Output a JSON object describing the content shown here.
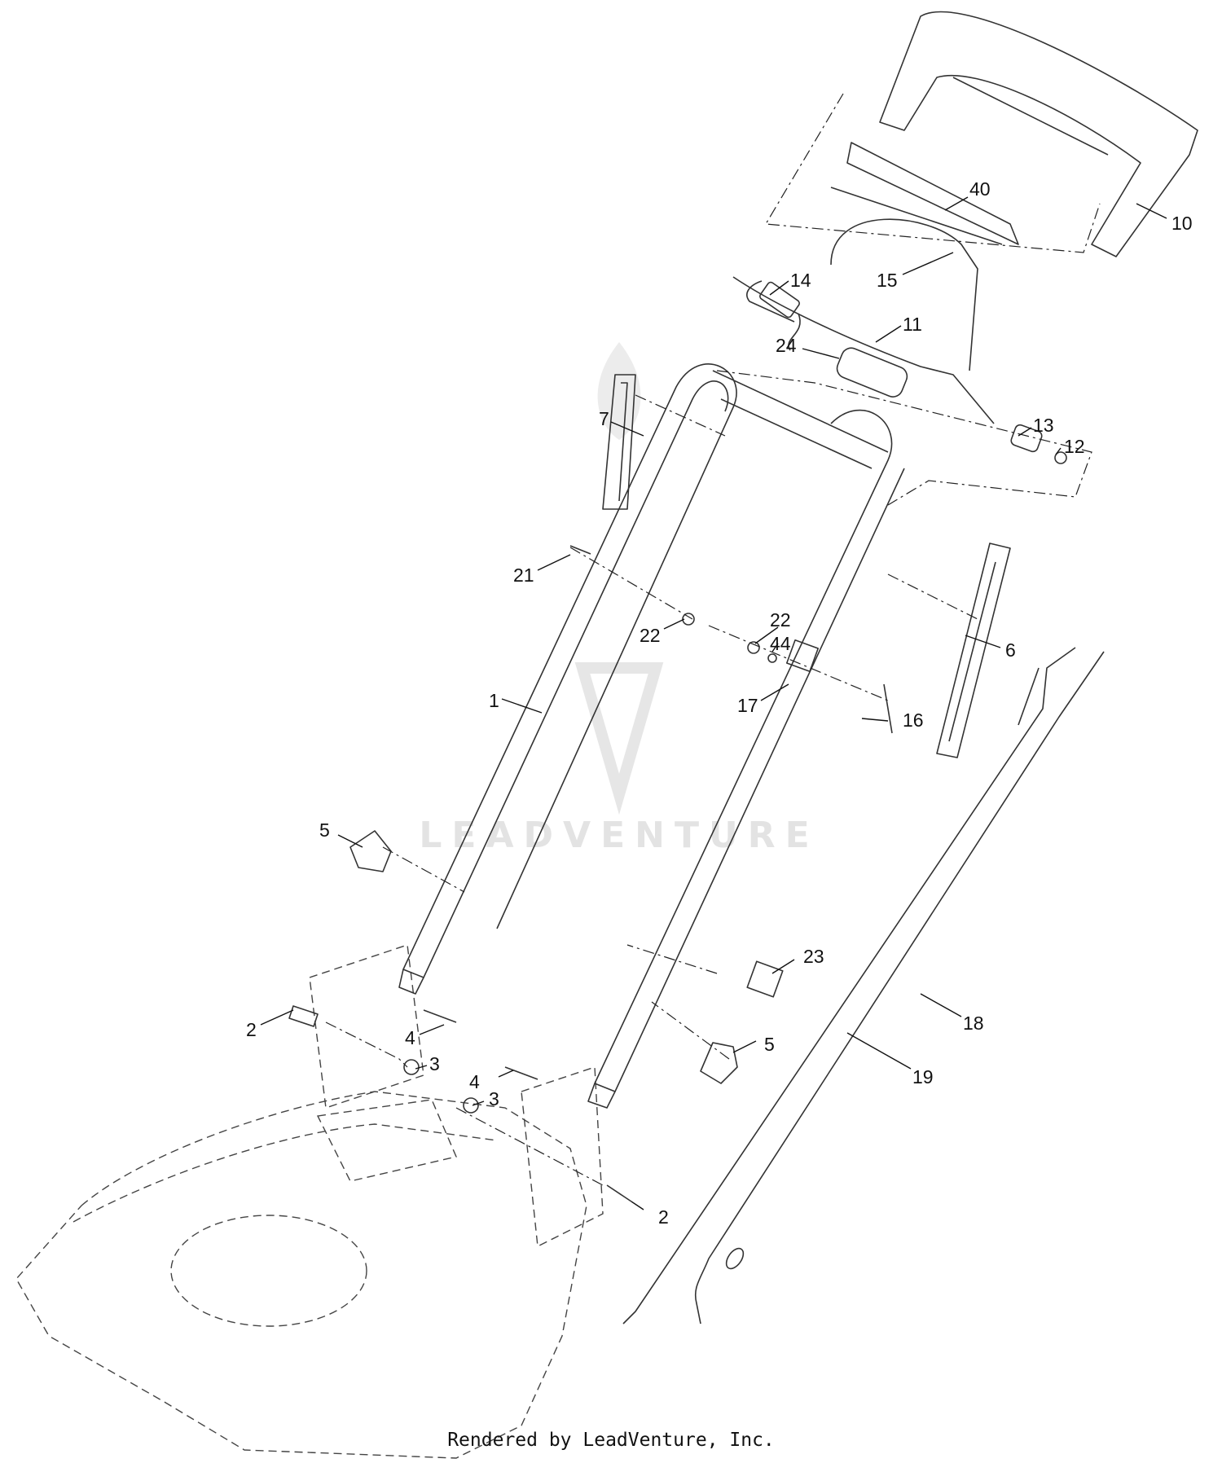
{
  "watermark": {
    "text": "LEADVENTURE"
  },
  "footer": {
    "text": "Rendered by LeadVenture, Inc."
  },
  "callouts": [
    {
      "label": "10"
    },
    {
      "label": "40"
    },
    {
      "label": "15"
    },
    {
      "label": "14"
    },
    {
      "label": "11"
    },
    {
      "label": "24"
    },
    {
      "label": "13"
    },
    {
      "label": "12"
    },
    {
      "label": "7"
    },
    {
      "label": "21"
    },
    {
      "label": "22"
    },
    {
      "label": "22"
    },
    {
      "label": "44"
    },
    {
      "label": "17"
    },
    {
      "label": "16"
    },
    {
      "label": "6"
    },
    {
      "label": "1"
    },
    {
      "label": "5"
    },
    {
      "label": "23"
    },
    {
      "label": "18"
    },
    {
      "label": "2"
    },
    {
      "label": "4"
    },
    {
      "label": "3"
    },
    {
      "label": "4"
    },
    {
      "label": "3"
    },
    {
      "label": "5"
    },
    {
      "label": "19"
    },
    {
      "label": "2"
    }
  ]
}
